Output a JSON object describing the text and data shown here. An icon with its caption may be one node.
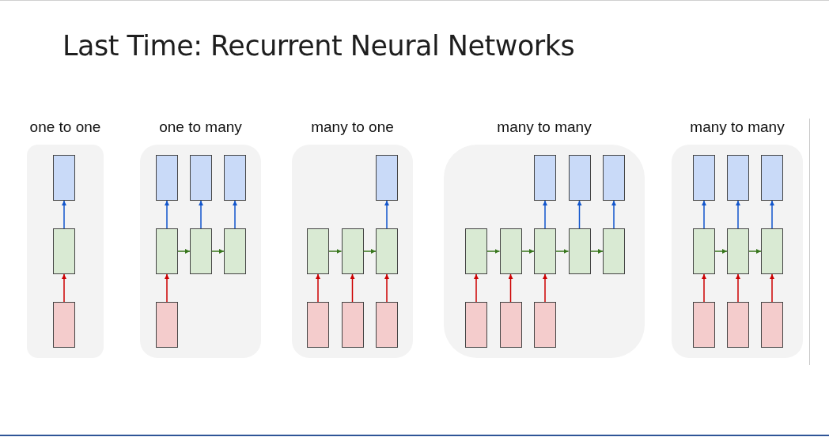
{
  "diagram": {
    "title": "Last Time: Recurrent Neural Networks",
    "nodes": [
      {
        "text": [
          "one to one"
        ]
      },
      {
        "text": [],
        "shape": "box",
        "in": 0
      },
      {
        "text": [],
        "shape": "box",
        "in": 0
      },
      {
        "text": [],
        "shape": "box",
        "in": 0
      },
      {
        "text": [
          "one to many"
        ]
      },
      {
        "text": [],
        "shape": "box",
        "in": 4
      },
      {
        "text": [],
        "shape": "box",
        "in": 4
      },
      {
        "text": [],
        "shape": "box",
        "in": 4
      },
      {
        "text": [],
        "shape": "box",
        "in": 4
      },
      {
        "text": [],
        "shape": "box",
        "in": 4
      },
      {
        "text": [],
        "shape": "box",
        "in": 4
      },
      {
        "text": [],
        "shape": "box",
        "in": 4
      },
      {
        "text": [
          "many to one"
        ]
      },
      {
        "text": [],
        "shape": "box",
        "in": 12
      },
      {
        "text": [],
        "shape": "box",
        "in": 12
      },
      {
        "text": [],
        "shape": "box",
        "in": 12
      },
      {
        "text": [],
        "shape": "box",
        "in": 12
      },
      {
        "text": [],
        "shape": "box",
        "in": 12
      },
      {
        "text": [],
        "shape": "box",
        "in": 12
      },
      {
        "text": [],
        "shape": "box",
        "in": 12
      },
      {
        "text": [
          "many to many"
        ]
      },
      {
        "text": [],
        "shape": "box",
        "in": 20
      },
      {
        "text": [],
        "shape": "box",
        "in": 20
      },
      {
        "text": [],
        "shape": "box",
        "in": 20
      },
      {
        "text": [],
        "shape": "box",
        "in": 20
      },
      {
        "text": [],
        "shape": "box",
        "in": 20
      },
      {
        "text": [],
        "shape": "box",
        "in": 20
      },
      {
        "text": [],
        "shape": "box",
        "in": 20
      },
      {
        "text": [],
        "shape": "box",
        "in": 20
      },
      {
        "text": [],
        "shape": "box",
        "in": 20
      },
      {
        "text": [],
        "shape": "box",
        "in": 20
      },
      {
        "text": [],
        "shape": "box",
        "in": 20
      },
      {
        "text": [
          "many to many"
        ]
      },
      {
        "text": [],
        "shape": "box",
        "in": 32
      },
      {
        "text": [],
        "shape": "box",
        "in": 32
      },
      {
        "text": [],
        "shape": "box",
        "in": 32
      },
      {
        "text": [],
        "shape": "box",
        "in": 32
      },
      {
        "text": [],
        "shape": "box",
        "in": 32
      },
      {
        "text": [],
        "shape": "box",
        "in": 32
      },
      {
        "text": [],
        "shape": "box",
        "in": 32
      },
      {
        "text": [],
        "shape": "box",
        "in": 32
      },
      {
        "text": [],
        "shape": "box",
        "in": 32
      }
    ],
    "edges": [
      {
        "from": 3,
        "to": 2,
        "arrow": "to",
        "color": "#cc0000"
      },
      {
        "from": 2,
        "to": 1,
        "arrow": "to",
        "color": "#1155cc"
      },
      {
        "from": 11,
        "to": 8,
        "arrow": "to",
        "color": "#cc0000"
      },
      {
        "from": 8,
        "to": 5,
        "arrow": "to",
        "color": "#1155cc"
      },
      {
        "from": 9,
        "to": 6,
        "arrow": "to",
        "color": "#1155cc"
      },
      {
        "from": 10,
        "to": 7,
        "arrow": "to",
        "color": "#1155cc"
      },
      {
        "from": 8,
        "to": 9,
        "arrow": "to",
        "color": "#38761d"
      },
      {
        "from": 9,
        "to": 10,
        "arrow": "to",
        "color": "#38761d"
      },
      {
        "from": 17,
        "to": 14,
        "arrow": "to",
        "color": "#cc0000"
      },
      {
        "from": 18,
        "to": 15,
        "arrow": "to",
        "color": "#cc0000"
      },
      {
        "from": 19,
        "to": 16,
        "arrow": "to",
        "color": "#cc0000"
      },
      {
        "from": 14,
        "to": 15,
        "arrow": "to",
        "color": "#38761d"
      },
      {
        "from": 15,
        "to": 16,
        "arrow": "to",
        "color": "#38761d"
      },
      {
        "from": 16,
        "to": 13,
        "arrow": "to",
        "color": "#1155cc"
      },
      {
        "from": 29,
        "to": 24,
        "arrow": "to",
        "color": "#cc0000"
      },
      {
        "from": 30,
        "to": 25,
        "arrow": "to",
        "color": "#cc0000"
      },
      {
        "from": 31,
        "to": 26,
        "arrow": "to",
        "color": "#cc0000"
      },
      {
        "from": 24,
        "to": 25,
        "arrow": "to",
        "color": "#38761d"
      },
      {
        "from": 25,
        "to": 26,
        "arrow": "to",
        "color": "#38761d"
      },
      {
        "from": 26,
        "to": 27,
        "arrow": "to",
        "color": "#38761d"
      },
      {
        "from": 27,
        "to": 28,
        "arrow": "to",
        "color": "#38761d"
      },
      {
        "from": 26,
        "to": 21,
        "arrow": "to",
        "color": "#1155cc"
      },
      {
        "from": 27,
        "to": 22,
        "arrow": "to",
        "color": "#1155cc"
      },
      {
        "from": 28,
        "to": 23,
        "arrow": "to",
        "color": "#1155cc"
      },
      {
        "from": 39,
        "to": 36,
        "arrow": "to",
        "color": "#cc0000"
      },
      {
        "from": 40,
        "to": 37,
        "arrow": "to",
        "color": "#cc0000"
      },
      {
        "from": 41,
        "to": 38,
        "arrow": "to",
        "color": "#cc0000"
      },
      {
        "from": 36,
        "to": 37,
        "arrow": "to",
        "color": "#38761d"
      },
      {
        "from": 37,
        "to": 38,
        "arrow": "to",
        "color": "#38761d"
      },
      {
        "from": 36,
        "to": 33,
        "arrow": "to",
        "color": "#1155cc"
      },
      {
        "from": 37,
        "to": 34,
        "arrow": "to",
        "color": "#1155cc"
      },
      {
        "from": 38,
        "to": 35,
        "arrow": "to",
        "color": "#1155cc"
      }
    ]
  }
}
